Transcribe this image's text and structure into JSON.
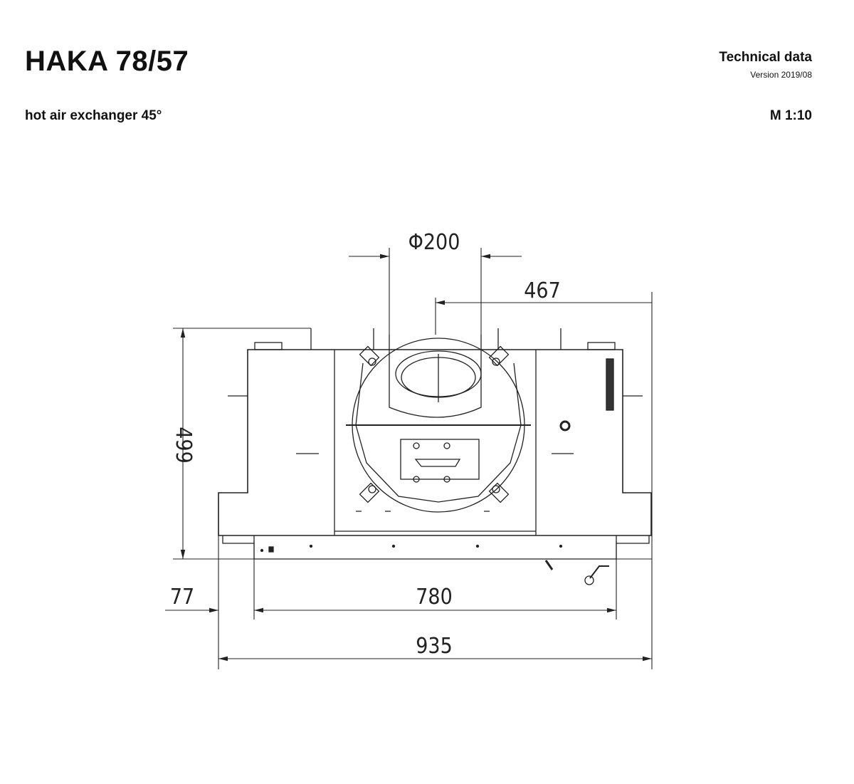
{
  "header": {
    "title": "HAKA 78/57",
    "subtitle": "hot air exchanger 45°",
    "doc_type": "Technical data",
    "version": "Version 2019/08",
    "scale": "M 1:10"
  },
  "drawing": {
    "dimensions": {
      "flue_diameter": "Φ200",
      "flue_offset": "467",
      "height": "499",
      "side_offset": "77",
      "inner_width": "780",
      "overall_width": "935"
    }
  }
}
